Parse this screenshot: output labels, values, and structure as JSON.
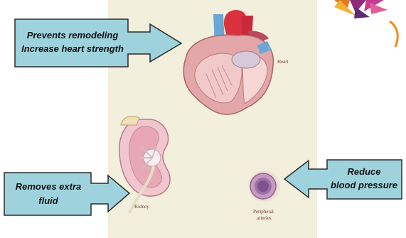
{
  "callouts": {
    "heart": {
      "line1": "Prevents remodeling",
      "line2": "Increase heart strength"
    },
    "kidney": {
      "line1": "Removes extra",
      "line2": "fluid"
    },
    "arteries": {
      "line1": "Reduce",
      "line2": "blood pressure"
    }
  },
  "organ_labels": {
    "heart": "Heart",
    "kidney": "Kidney",
    "arteries_line1": "Peripheral",
    "arteries_line2": "arteries"
  },
  "colors": {
    "panel": "#f3efdd",
    "callout_fill": "#9ed3dd",
    "callout_stroke": "#2b2b2b",
    "heart_muscle": "#e8b7b8",
    "kidney_cortex": "#f2c6cf",
    "artery_ring": "#b98bb6",
    "vessel_red": "#d9323e",
    "vessel_blue": "#6aa6d6"
  }
}
